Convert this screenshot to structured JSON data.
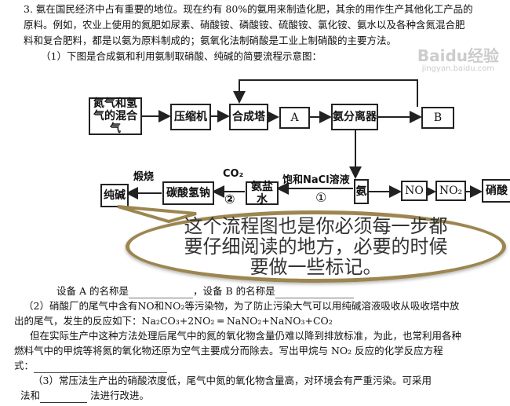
{
  "paragraph": {
    "line1": "3. 氨在国民经济中占有重要的地位。现在约有 80%的氨用来制造化肥，其余的用作生产其他化工产品的",
    "line2": "原料。例如，农业上使用的氮肥如尿素、硝酸铵、磷酸铵、硫酸铵、氯化铵、氨水以及各种含氮混合肥",
    "line3": "料和复合肥料，都是以氨为原料制成的；氨氧化法制硝酸是工业上制硝酸的主要方法。",
    "line4": "（1）下图是合成氨和利用氨制取硝酸、纯碱的简要流程示意图："
  },
  "diagram": {
    "mix_gas": "氮气和氢气的混合气",
    "compressor": "压缩机",
    "synthesis_tower": "合成塔",
    "a": "A",
    "separator": "氨分离器",
    "b": "B",
    "ammonia": "氨",
    "no": "NO",
    "no2": "NO₂",
    "nitric_acid": "硝酸",
    "brine": "氨盐水",
    "bicarbonate": "碳酸氢钠",
    "soda": "纯碱",
    "nacl_label": "饱和NaCl溶液",
    "step1": "①",
    "co2_label": "CO₂",
    "step2": "②",
    "calcine_label": "煅烧"
  },
  "questions": {
    "q1a": "设备 A 的名称是",
    "q1b": "，设备 B 的名称是",
    "q2_l1a": "（2）硝酸厂的",
    "q2_l1b": "尾气中含有NO和NO₂等污染物，为了防止污染大气可以用纯碱溶液吸收从吸收塔中放",
    "q2_l2a": "出的尾气，发",
    "q2_l2b": "生的反应如下：Na₂CO₃+2NO₂ ═ NaNO₂+NaNO₃+CO₂",
    "q2_l3a": "但在实际生",
    "q2_l3b": "产中这种方法处理后尾气中的氮的氧化物含量仍难以降到排放标准，为此，也常利用各种",
    "q2_l4a": "燃料气中的甲烷等",
    "q2_l4b": "将氮的氧化物还原为空气主要成分而除去。写出甲烷与 NO₂ 反应的化学反应方程",
    "q2_l5": "式：",
    "q3_l1": "（3）常压法生产出的硝酸浓度低，尾气中氮的氧化物含量高，对环境会有严重污染。可采用",
    "q3_l2a": "法和",
    "q3_l2b": "法进行改进。"
  },
  "callout": {
    "line1": "这个流程图也是你必须每一步都",
    "line2": "要仔细阅读的地方，必要的时候",
    "line3": "要做一些标记。"
  },
  "watermark": {
    "logo": "Baidu经验",
    "url": "jingyan.baidu.com"
  },
  "colors": {
    "bubble_border": "#9c8650"
  }
}
